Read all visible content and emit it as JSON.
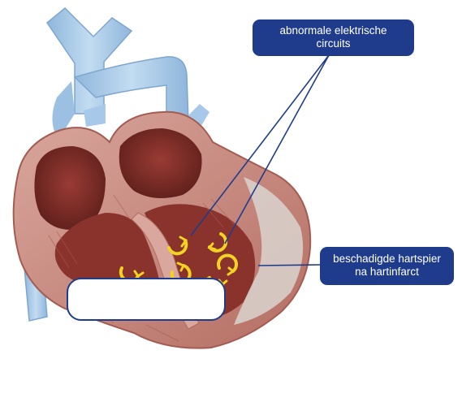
{
  "labels": {
    "circuits": {
      "line1": "abnormale elektrische",
      "line2": "circuits"
    },
    "damage": {
      "line1": "beschadigde hartspier",
      "line2": "na hartinfarct"
    }
  },
  "colors": {
    "callout": "#1f3c8c",
    "vessel": "#a9c9e6",
    "muscle": "#c98a80",
    "chamber": "#7e2f2a",
    "scar": "#d9d4cf",
    "arrow": "#f2d321"
  },
  "icons": [
    "circular-arrow-icon"
  ]
}
